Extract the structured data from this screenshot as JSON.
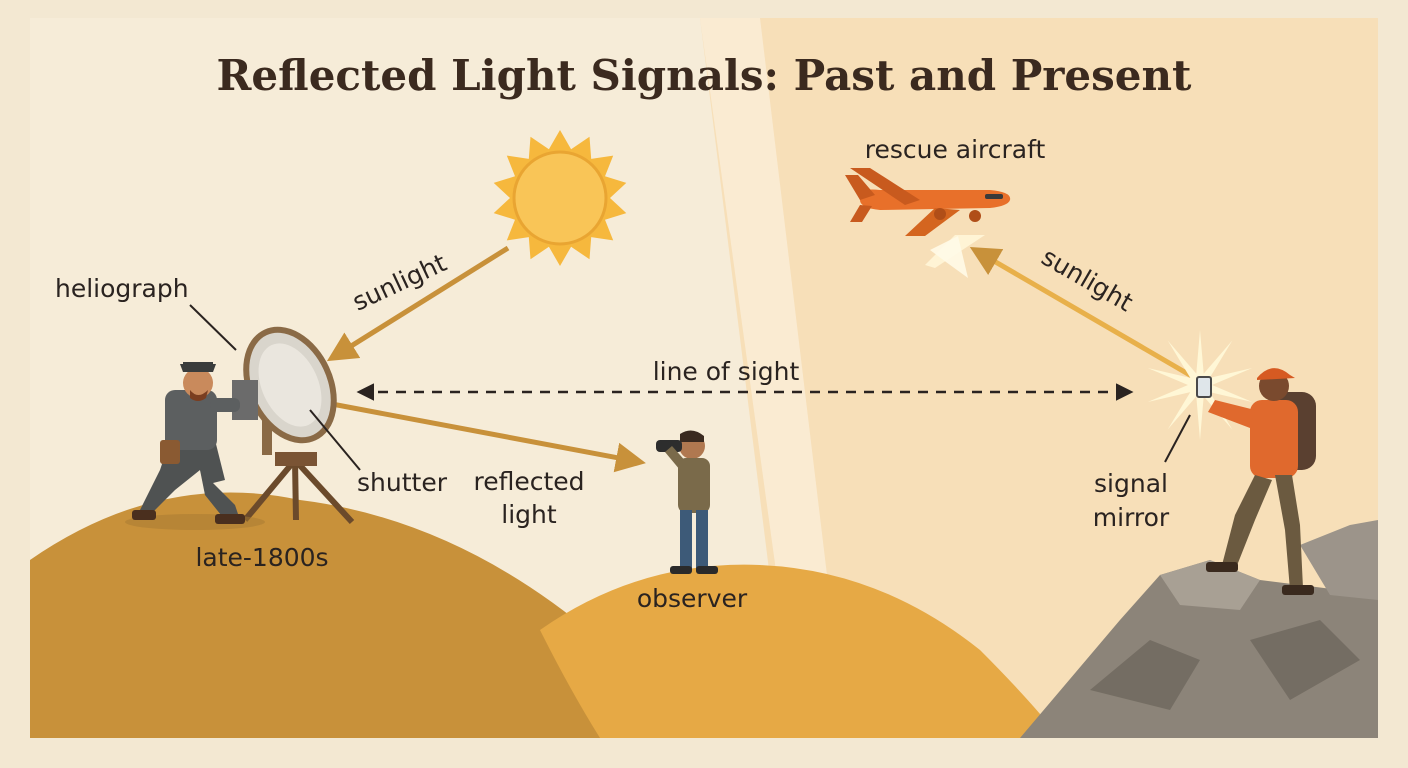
{
  "title": "Reflected Light Signals: Past and Present",
  "labels": {
    "heliograph": "heliograph",
    "sunlight_left": "sunlight",
    "line_of_sight": "line of sight",
    "shutter": "shutter",
    "reflected_light_1": "reflected",
    "reflected_light_2": "light",
    "late_1800s": "late-1800s",
    "observer": "observer",
    "rescue_aircraft": "rescue aircraft",
    "sunlight_right": "sunlight",
    "signal_mirror_1": "signal",
    "signal_mirror_2": "mirror"
  },
  "colors": {
    "background_left": "#f6ecd8",
    "background_right": "#f7dfb8",
    "hill_dark": "#c8913a",
    "hill_light": "#e6a945",
    "sun": "#f6b83d",
    "ray": "#c8913a",
    "plane": "#e8702a",
    "rock": "#8c8479",
    "hiker_jacket": "#e0692d"
  }
}
